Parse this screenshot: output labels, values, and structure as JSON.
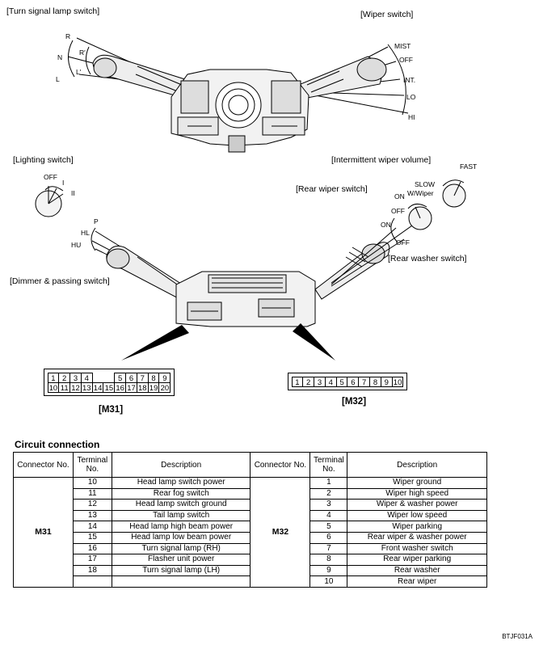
{
  "labels": {
    "turn_signal": "[Turn signal lamp switch]",
    "wiper": "[Wiper switch]",
    "lighting": "[Lighting switch]",
    "intermittent": "[Intermittent wiper volume]",
    "rear_wiper": "[Rear wiper switch]",
    "rear_washer": "[Rear washer switch]",
    "dimmer": "[Dimmer & passing switch]"
  },
  "positions": {
    "turn": [
      "R",
      "R'",
      "N",
      "L'",
      "L"
    ],
    "wiper": [
      "MIST",
      "OFF",
      "INT.",
      "LO",
      "HI"
    ],
    "lighting": [
      "OFF",
      "I",
      "II"
    ],
    "dimmer": [
      "P",
      "HL",
      "HU"
    ],
    "intermittent": [
      "FAST",
      "SLOW"
    ],
    "rear_wiper": [
      "W/Wiper",
      "ON",
      "OFF"
    ],
    "rear_washer": [
      "ON",
      "OFF"
    ]
  },
  "connectors": {
    "m31": {
      "name": "[M31]",
      "row1": [
        "1",
        "2",
        "3",
        "4",
        "",
        "",
        "5",
        "6",
        "7",
        "8",
        "9"
      ],
      "row2": [
        "10",
        "11",
        "12",
        "13",
        "14",
        "15",
        "16",
        "17",
        "18",
        "19",
        "20"
      ]
    },
    "m32": {
      "name": "[M32]",
      "row1": [
        "1",
        "2",
        "3",
        "4",
        "5",
        "6",
        "7",
        "8",
        "9",
        "10"
      ]
    }
  },
  "circuit": {
    "title": "Circuit connection",
    "headers": [
      "Connector No.",
      "Terminal No.",
      "Description",
      "Connector No.",
      "Terminal No.",
      "Description"
    ],
    "left_connector": "M31",
    "right_connector": "M32",
    "left_rows": [
      {
        "terminal": "10",
        "description": "Head lamp switch power"
      },
      {
        "terminal": "11",
        "description": "Rear fog switch"
      },
      {
        "terminal": "12",
        "description": "Head lamp switch ground"
      },
      {
        "terminal": "13",
        "description": "Tail lamp switch"
      },
      {
        "terminal": "14",
        "description": "Head lamp high beam power"
      },
      {
        "terminal": "15",
        "description": "Head lamp low beam power"
      },
      {
        "terminal": "16",
        "description": "Turn signal lamp (RH)"
      },
      {
        "terminal": "17",
        "description": "Flasher unit power"
      },
      {
        "terminal": "18",
        "description": "Turn signal lamp (LH)"
      },
      {
        "terminal": "",
        "description": ""
      }
    ],
    "right_rows": [
      {
        "terminal": "1",
        "description": "Wiper ground"
      },
      {
        "terminal": "2",
        "description": "Wiper high speed"
      },
      {
        "terminal": "3",
        "description": "Wiper & washer power"
      },
      {
        "terminal": "4",
        "description": "Wiper low speed"
      },
      {
        "terminal": "5",
        "description": "Wiper parking"
      },
      {
        "terminal": "6",
        "description": "Rear wiper & washer power"
      },
      {
        "terminal": "7",
        "description": "Front washer switch"
      },
      {
        "terminal": "8",
        "description": "Rear wiper parking"
      },
      {
        "terminal": "9",
        "description": "Rear washer"
      },
      {
        "terminal": "10",
        "description": "Rear wiper"
      }
    ]
  },
  "figure_code": "BTJF031A"
}
